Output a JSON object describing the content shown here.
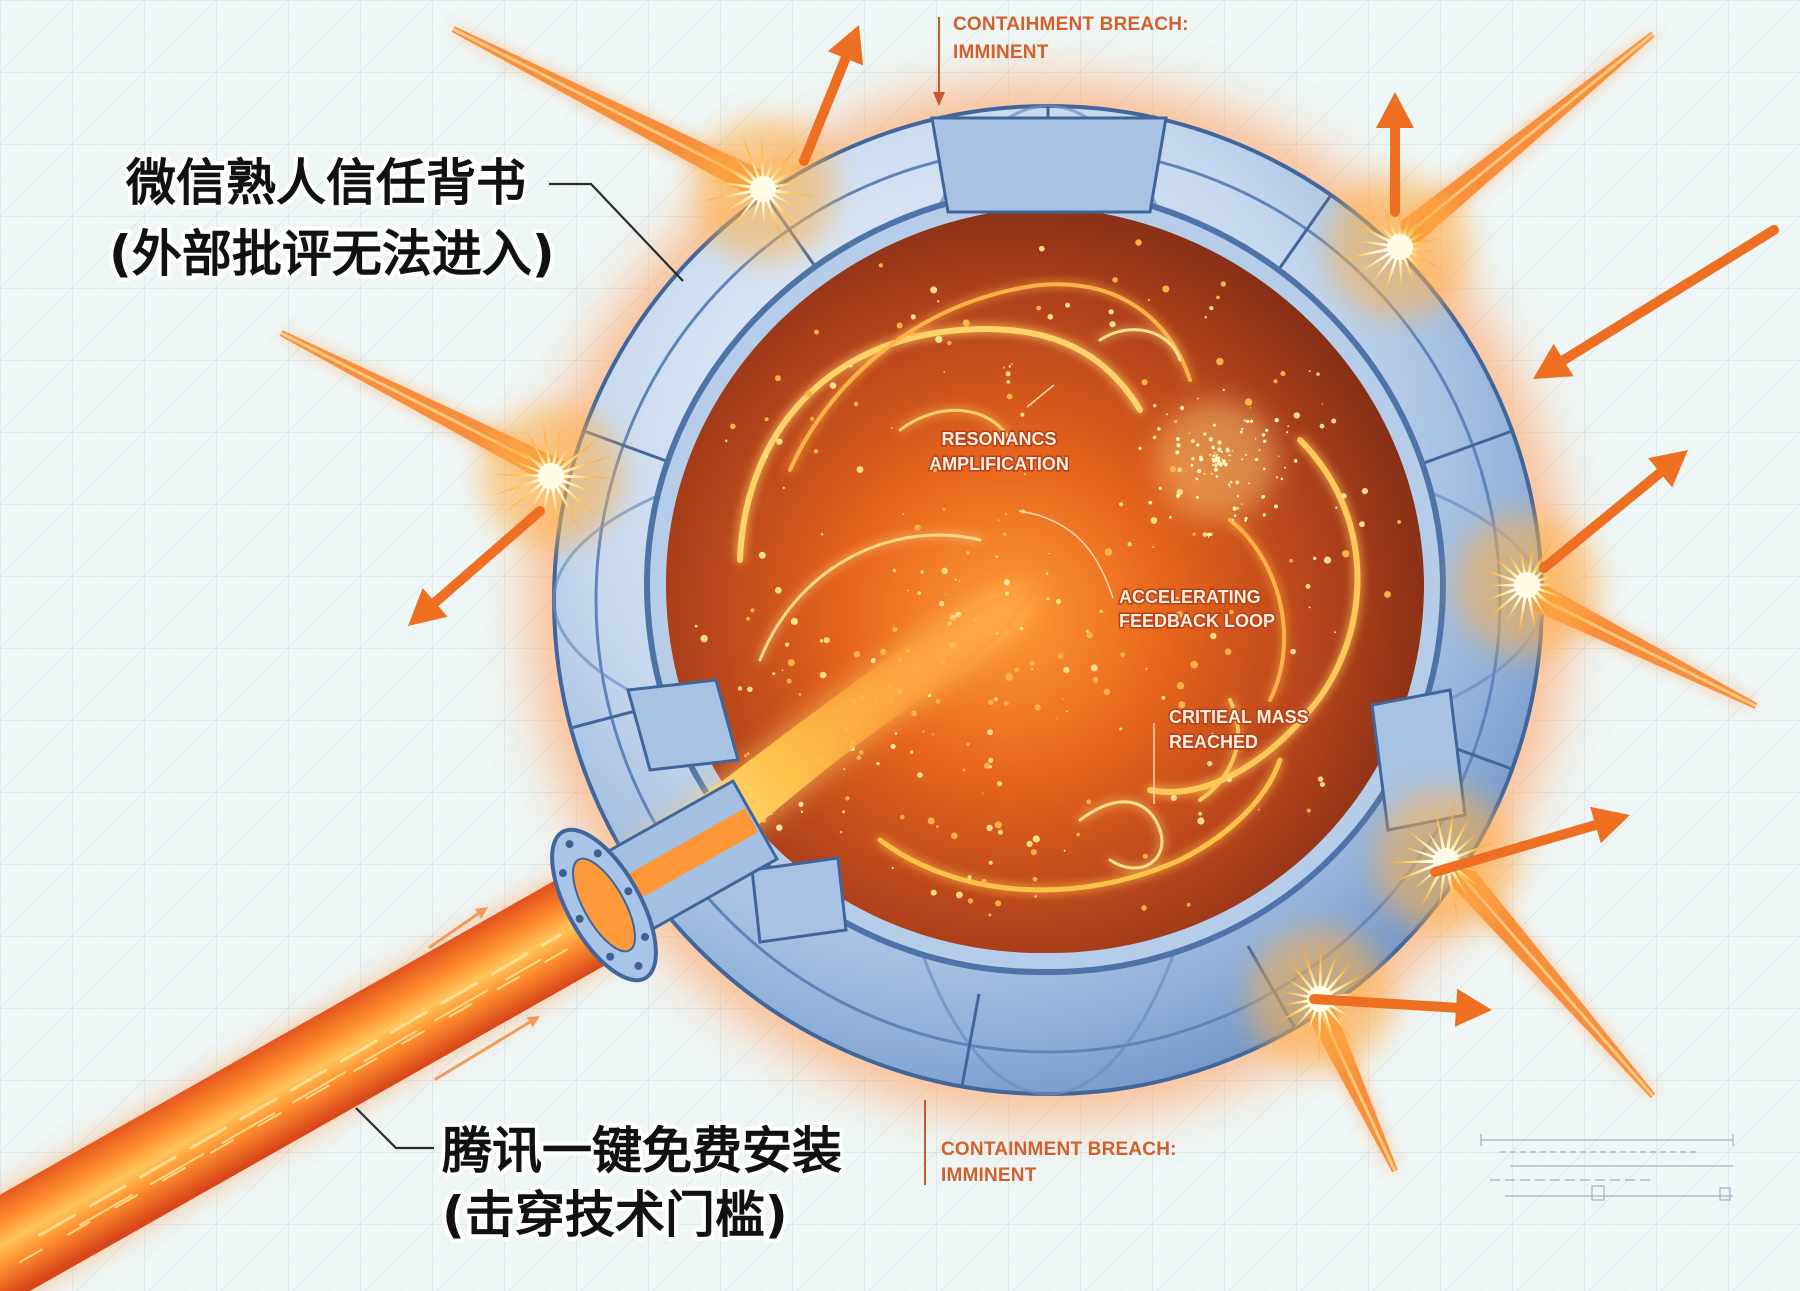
{
  "diagram": {
    "labels": {
      "wechat_trust": {
        "line1": "微信熟人信任背书",
        "line2": "(外部批评无法进入)"
      },
      "tencent_install": {
        "line1": "腾讯一键免费安装",
        "line2": "(击穿技术门槛)"
      },
      "breach_top": {
        "line1": "CONTAIHMENT BREACH:",
        "line2": "IMMINENT"
      },
      "breach_bottom": {
        "line1": "CONTAINMENT BREACH:",
        "line2": "IMMINENT"
      },
      "resonance": {
        "line1": "RESONANCS",
        "line2": "AMPLIFICATION"
      },
      "feedback": {
        "line1": "ACCELERATING",
        "line2": "FEEDBACK LOOP"
      },
      "critical_mass": {
        "line1": "CRITIEAL MASS",
        "line2": "REACHED"
      }
    }
  },
  "colors": {
    "background": "#eef6f6",
    "grid": "#cfe1e4",
    "shell": "#8fb0da",
    "shell_outline": "#40669c",
    "core": "#e8651c",
    "energy": "#ffc24a",
    "arrow": "#ef6f22",
    "annotation": "#d2602a",
    "label_text": "#111111"
  }
}
